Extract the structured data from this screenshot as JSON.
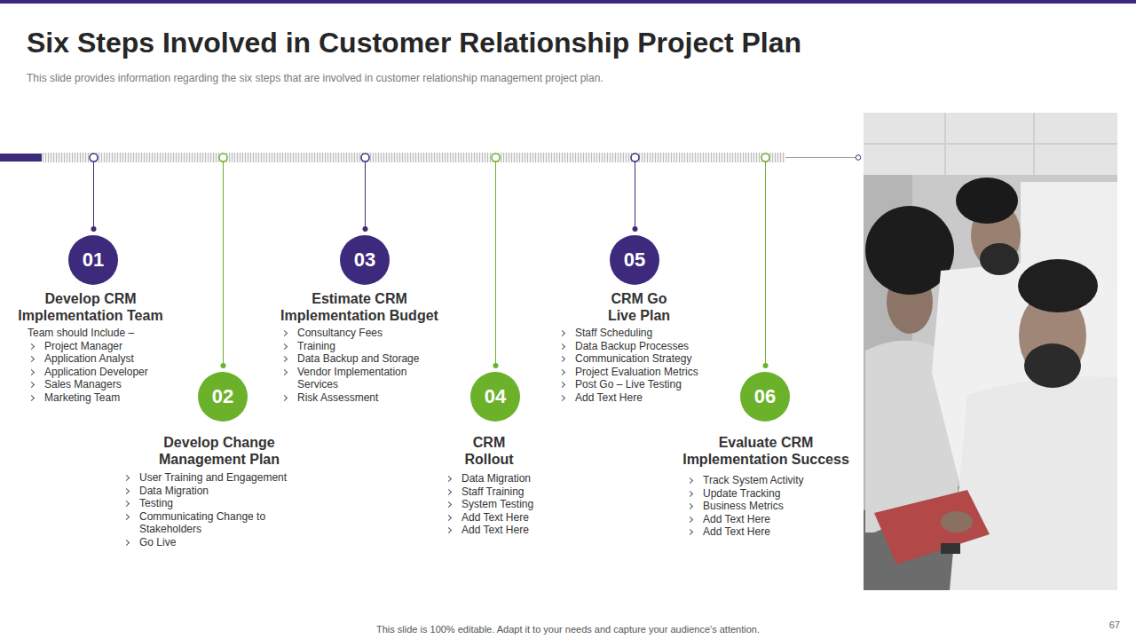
{
  "diagram": {
    "title": "Six Steps Involved in Customer Relationship Project Plan",
    "caption": "This slide provides information regarding the six steps that are involved in customer relationship management project plan.",
    "nodes": [
      {
        "text": [
          "01",
          "Develop CRM Implementation Team",
          "Team should Include –",
          "Project Manager",
          "Application Analyst",
          "Application Developer",
          "Sales Managers",
          "Marketing Team"
        ]
      },
      {
        "text": [
          "02",
          "Develop Change Management Plan",
          "User Training and Engagement",
          "Data Migration",
          "Testing",
          "Communicating Change to Stakeholders",
          "Go Live"
        ]
      },
      {
        "text": [
          "03",
          "Estimate CRM Implementation Budget",
          "Consultancy Fees",
          "Training",
          "Data Backup and Storage",
          "Vendor Implementation Services",
          "Risk Assessment"
        ]
      },
      {
        "text": [
          "04",
          "CRM Rollout",
          "Data Migration",
          "Staff Training",
          "System Testing",
          "Add Text Here",
          "Add Text Here"
        ]
      },
      {
        "text": [
          "05",
          "CRM Go Live Plan",
          "Staff Scheduling",
          "Data Backup Processes",
          "Communication Strategy",
          "Project Evaluation Metrics",
          "Post Go – Live Testing",
          "Add Text Here"
        ]
      },
      {
        "text": [
          "06",
          "Evaluate CRM Implementation Success",
          "Track System Activity",
          "Update Tracking",
          "Business Metrics",
          "Add Text Here",
          "Add Text Here"
        ]
      }
    ],
    "labels": [
      "This slide is 100% editable. Adapt it to your needs and capture your audience's attention.",
      "67"
    ]
  }
}
